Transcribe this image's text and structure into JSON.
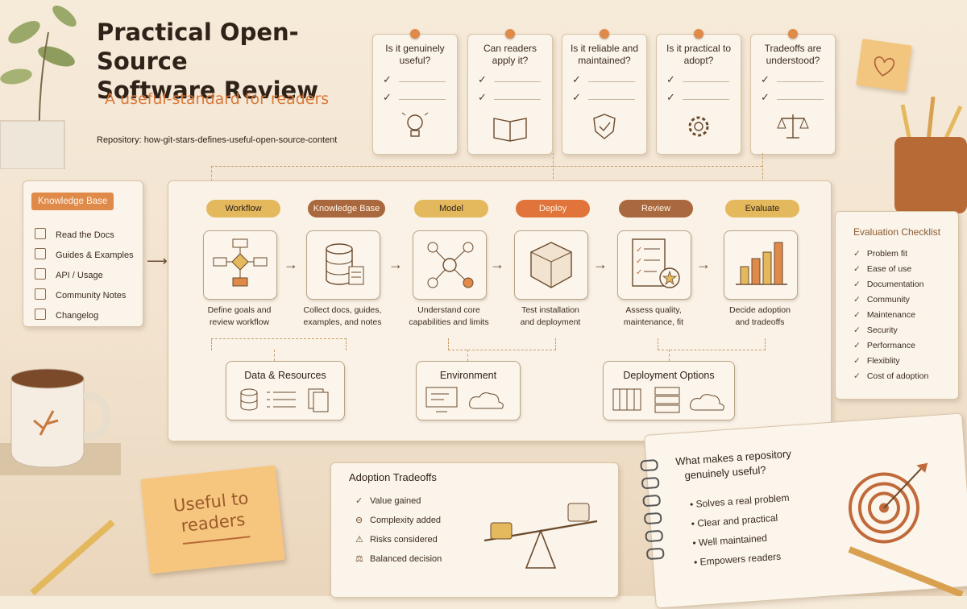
{
  "header": {
    "title_line1": "Practical Open-Source",
    "title_line2": "Software Review",
    "subtitle": "A useful-standard for readers",
    "repository": "Repository: how-git-stars-defines-useful-open-source-content"
  },
  "questions": [
    {
      "text": "Is it genuinely useful?",
      "icon": "lightbulb-icon"
    },
    {
      "text": "Can readers apply it?",
      "icon": "book-icon"
    },
    {
      "text": "Is it reliable and maintained?",
      "icon": "shield-icon"
    },
    {
      "text": "Is it practical to adopt?",
      "icon": "gear-icon"
    },
    {
      "text": "Tradeoffs are understood?",
      "icon": "scale-icon"
    }
  ],
  "knowledge_base": {
    "tag": "Knowledge Base",
    "items": [
      "Read the Docs",
      "Guides & Examples",
      "API / Usage",
      "Community Notes",
      "Changelog"
    ]
  },
  "stages": [
    {
      "label": "Workflow",
      "caption1": "Define goals and",
      "caption2": "review workflow",
      "icon": "flowchart-icon"
    },
    {
      "label": "Knowledge Base",
      "caption1": "Collect docs, guides,",
      "caption2": "examples, and notes",
      "icon": "database-icon"
    },
    {
      "label": "Model",
      "caption1": "Understand core",
      "caption2": "capabilities and limits",
      "icon": "network-icon"
    },
    {
      "label": "Deploy",
      "caption1": "Test installation",
      "caption2": "and deployment",
      "icon": "box-icon"
    },
    {
      "label": "Review",
      "caption1": "Assess quality,",
      "caption2": "maintenance, fit",
      "icon": "checklist-icon"
    },
    {
      "label": "Evaluate",
      "caption1": "Decide adoption",
      "caption2": "and tradeoffs",
      "icon": "bar-chart-icon"
    }
  ],
  "sub_boxes": {
    "data_resources": "Data & Resources",
    "environment": "Environment",
    "deployment_options": "Deployment Options"
  },
  "evaluation_checklist": {
    "title": "Evaluation Checklist",
    "items": [
      "Problem fit",
      "Ease of use",
      "Documentation",
      "Community",
      "Maintenance",
      "Security",
      "Performance",
      "Flexiblity",
      "Cost of adoption"
    ]
  },
  "adoption_tradeoffs": {
    "title": "Adoption Tradeoffs",
    "items": [
      "Value gained",
      "Complexity added",
      "Risks considered",
      "Balanced decision"
    ]
  },
  "notebook": {
    "question_line1": "What makes a repository",
    "question_line2": "genuinely useful?",
    "items": [
      "Solves a real problem",
      "Clear and practical",
      "Well maintained",
      "Empowers readers"
    ]
  },
  "sticky_note": {
    "line1": "Useful to",
    "line2": "readers"
  },
  "colors": {
    "accent_orange": "#e0743a",
    "gold": "#e4b85d",
    "brown": "#a9683d"
  }
}
